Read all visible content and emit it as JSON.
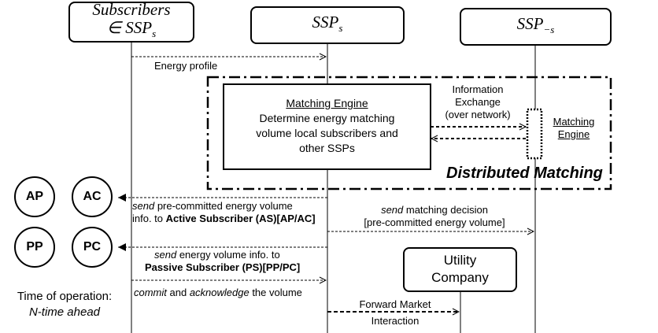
{
  "actors": {
    "subscribers_line1": "Subscribers",
    "subscribers_line2": "∈ SSP",
    "subscribers_sub": "s",
    "ssp_main": "SSP",
    "ssp_sub": "s",
    "ssp_other_main": "SSP",
    "ssp_other_sub": "−s"
  },
  "messages": {
    "energy_profile": "Energy profile",
    "info_exchange_line1": "Information",
    "info_exchange_line2": "Exchange",
    "info_exchange_line3": "(over network)",
    "send_active_line1_em": "send",
    "send_active_line1_rest": " pre-committed  energy volume",
    "send_active_line2_pre": "info. to ",
    "send_active_line2_bold": "Active Subscriber (AS)[AP/AC]",
    "matching_decision_em": "send",
    "matching_decision_rest": " matching decision",
    "matching_decision_line2": "[pre-committed  energy volume]",
    "send_passive_em": "send",
    "send_passive_rest": " energy volume  info. to",
    "send_passive_bold": "Passive Subscriber (PS)[PP/PC]",
    "commit_em1": "commit",
    "commit_mid": " and ",
    "commit_em2": "acknowledge",
    "commit_rest": " the volume",
    "forward_line1": "Forward Market",
    "forward_line2": "Interaction"
  },
  "matching_engine": {
    "title": "Matching Engine",
    "line1": "Determine energy matching",
    "line2": "volume local subscribers and",
    "line3": "other SSPs"
  },
  "remote_engine": {
    "line1": "Matching",
    "line2": "Engine"
  },
  "distributed_label": "Distributed Matching",
  "circles": {
    "ap": "AP",
    "ac": "AC",
    "pp": "PP",
    "pc": "PC"
  },
  "utility": {
    "line1": "Utility",
    "line2": "Company"
  },
  "time": {
    "line1": "Time of operation:",
    "line2": "N-time ahead"
  }
}
